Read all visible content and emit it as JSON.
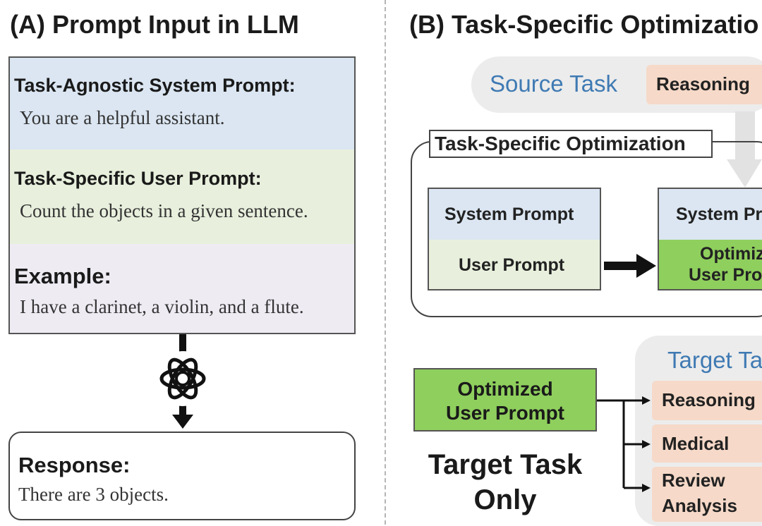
{
  "panel_a": {
    "title": "(A) Prompt Input in LLM",
    "system_heading": "Task-Agnostic System Prompt:",
    "system_text": "You are a helpful assistant.",
    "user_heading": "Task-Specific User Prompt:",
    "user_text": "Count the objects in a given sentence.",
    "example_heading": "Example:",
    "example_text": "I have a clarinet, a violin, and a flute.",
    "response_heading": "Response:",
    "response_text": "There are 3 objects.",
    "llm_icon": "openai-logo-icon"
  },
  "panel_b": {
    "title": "(B) Task-Specific Optimizatio",
    "source_label": "Source Task",
    "source_tag": "Reasoning",
    "opt_frame_label": "Task-Specific Optimization",
    "left_box": {
      "system": "System Prompt",
      "user": "User Prompt"
    },
    "right_box": {
      "system": "System Pr",
      "user_line1": "Optimiz",
      "user_line2": "User Pro"
    },
    "optimized_box_line1": "Optimized",
    "optimized_box_line2": "User Prompt",
    "target_only_line1": "Target Task",
    "target_only_line2": "Only",
    "target_label": "Target Ta",
    "target_tags": [
      "Reasoning",
      "Medical",
      "Review",
      "Analysis"
    ]
  },
  "colors": {
    "system_blue": "#dbe6f2",
    "user_green": "#e8f0dd",
    "example_lavender": "#eeebf3",
    "optimized_green": "#8fcf5d",
    "task_peach": "#f6d9c8",
    "label_blue": "#3f7ab3"
  }
}
